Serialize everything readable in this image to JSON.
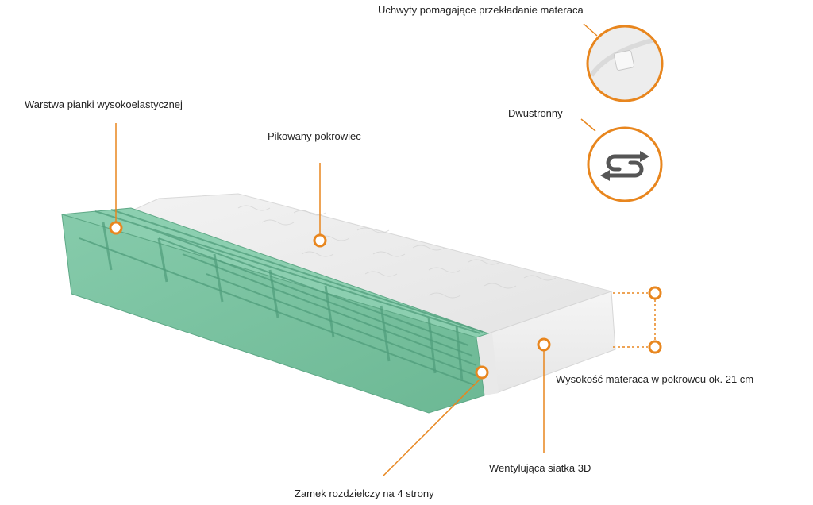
{
  "labels": {
    "handles": "Uchwyty pomagające przekładanie materaca",
    "foam_layer": "Warstwa pianki wysokoelastycznej",
    "reversible": "Dwustronny",
    "quilted_cover": "Pikowany pokrowiec",
    "height": "Wysokość materaca w pokrowcu ok. 21 cm",
    "ventilation": "Wentylująca siatka 3D",
    "zipper": "Zamek rozdzielczy na 4 strony"
  },
  "colors": {
    "accent": "#e8861e",
    "foam": "#7fc5a5",
    "foam_dark": "#5fae8c",
    "cover": "#ececec",
    "cover_side": "#f3f3f3"
  },
  "icons": {
    "reversible": "swap-arrows-icon",
    "handles": "handle-closeup"
  }
}
